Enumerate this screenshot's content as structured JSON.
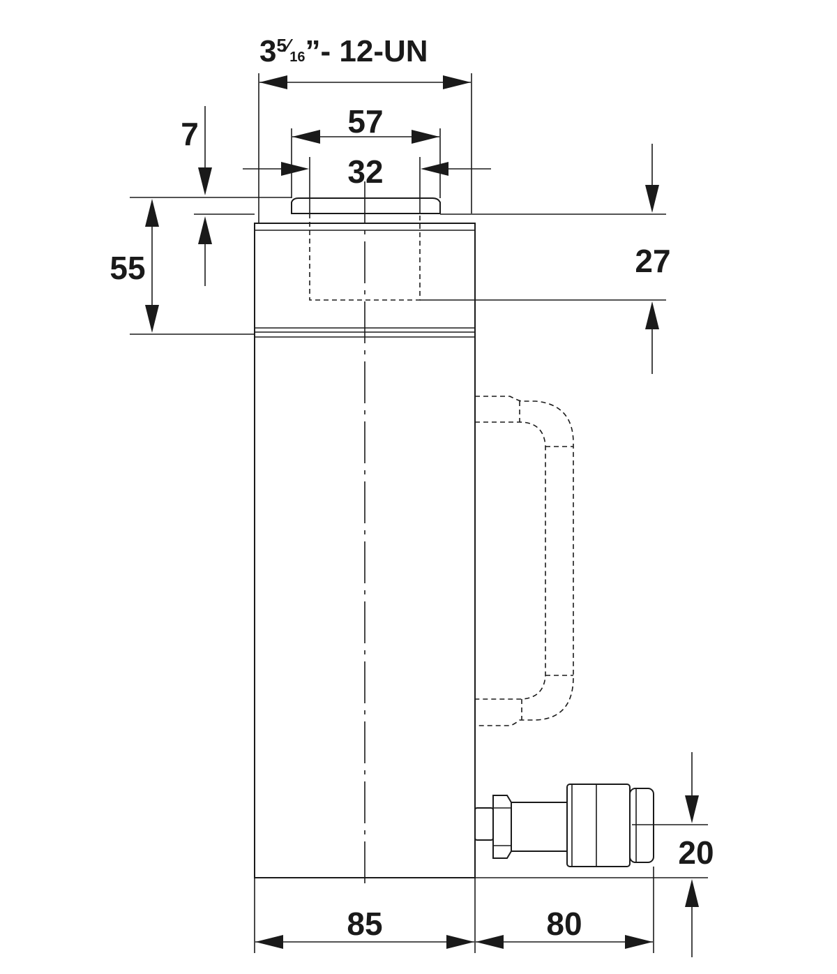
{
  "dimensions": {
    "thread": {
      "whole": "3",
      "numerator": "5",
      "denominator": "16",
      "suffix": "”- 12-UN"
    },
    "saddle_diameter": "57",
    "plunger_diameter": "32",
    "saddle_protrusion": "7",
    "collar_height": "55",
    "thread_depth": "27",
    "coupler_height": "20",
    "body_diameter": "85",
    "coupler_length": "80"
  },
  "colors": {
    "line": "#1a1a1a",
    "background": "#ffffff"
  }
}
